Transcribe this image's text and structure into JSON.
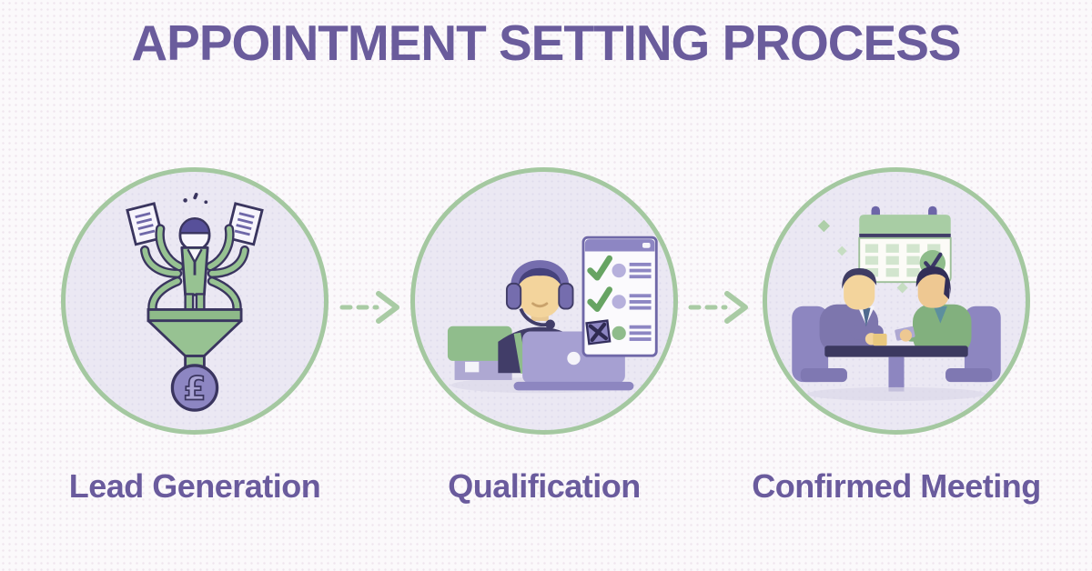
{
  "title": "APPOINTMENT SETTING PROCESS",
  "steps": [
    {
      "label": "Lead Generation",
      "icon": "lead-generation-funnel-icon",
      "currency_symbol": "£"
    },
    {
      "label": "Qualification",
      "icon": "qualification-agent-checklist-icon"
    },
    {
      "label": "Confirmed Meeting",
      "icon": "confirmed-meeting-calendar-icon"
    }
  ],
  "arrows": {
    "count": 2,
    "style": "dashed",
    "direction": "right"
  },
  "colors": {
    "background": "#fbf9fb",
    "heading_text": "#6a5c9c",
    "step_label_text": "#6a5b9d",
    "circle_border": "#a4c8a0",
    "circle_fill": "#ebe8f3",
    "arrow": "#a9cba4",
    "illustration_green": "#97c292",
    "illustration_purple": "#8d86c2",
    "outline_dark": "#3a355f"
  }
}
